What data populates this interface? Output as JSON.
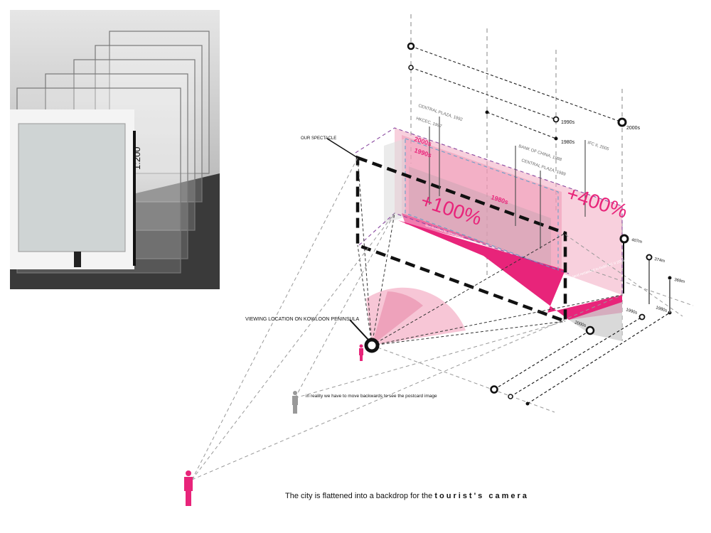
{
  "photo": {
    "scale_label": "1:200"
  },
  "labels": {
    "our_spectacle": "OUR SPECTACLE",
    "central_plaza_1992": "CENTRAL PLAZA, 1992",
    "hkcec_1997": "HKCEC, 1997",
    "bank_of_china_1988": "BANK OF CHINA, 1988",
    "central_plaza_1989": "CENTRAL PLAZA, 1989",
    "ifc_2005": "IFC II, 2005",
    "era_2000s_pink": "2000s",
    "era_1990s_pink": "1990s",
    "era_1980s_pink": "1980s",
    "top_1990s": "1990s",
    "top_1980s": "1980s",
    "top_2000s": "2000s",
    "plus_100": "+100%",
    "plus_400": "+400%",
    "land_reclaimed_small": "land reclaimed for development",
    "land_reclaimed_ifc": "land reclaimed to build IFC II 2005",
    "height_407": "407m",
    "height_374": "374m",
    "height_369": "369m",
    "bottom_1990s": "1990s",
    "bottom_1980s": "1980s",
    "bottom_2000s": "2000s",
    "viewing_location": "VIEWING LOCATION ON KOWLOON PENINSULA",
    "move_backwards": "in reality we have to move backwards to see the postcard image"
  },
  "caption": {
    "prefix": "The city is flattened into a backdrop for the ",
    "emphasis": "tourist's camera"
  },
  "colors": {
    "pink": "#e8247a",
    "light_pink": "#f4b3c8",
    "purple": "#8a4aa0",
    "blue": "#6aa0c8"
  }
}
